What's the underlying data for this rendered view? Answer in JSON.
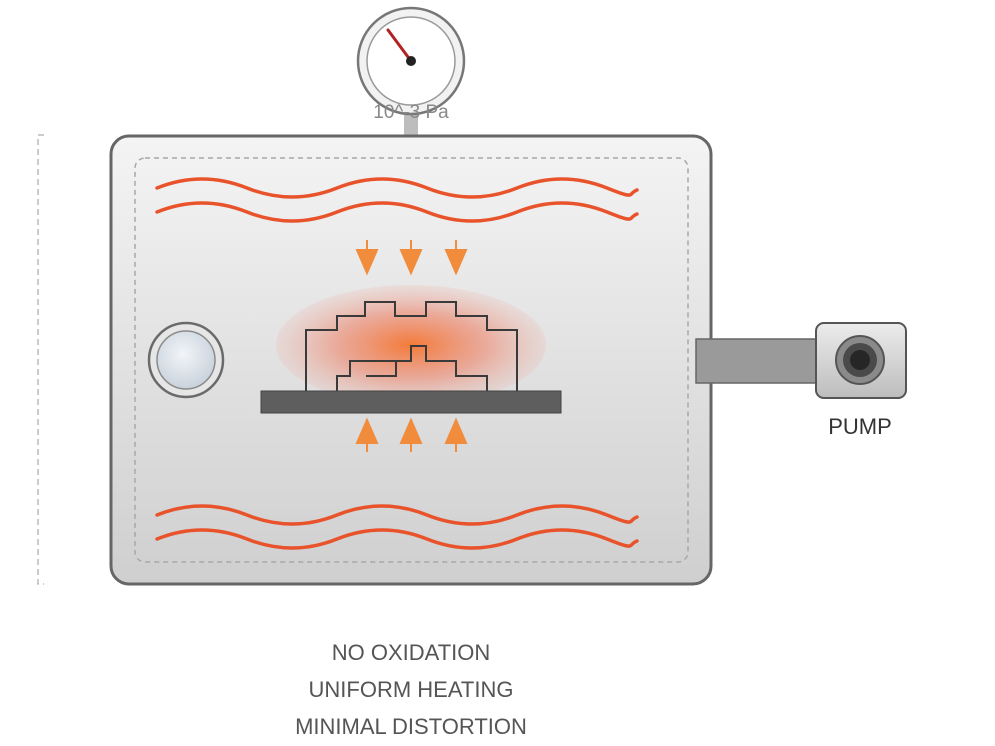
{
  "gauge": {
    "reading": "10^-3 Pa",
    "needle_color": "#b22222"
  },
  "pump": {
    "label": "PUMP"
  },
  "benefits": [
    "NO OXIDATION",
    "UNIFORM HEATING",
    "MINIMAL DISTORTION"
  ],
  "colors": {
    "heater": "#e8532b",
    "arrow": "#f08c3c",
    "chamber_border": "#666666",
    "chamber_fill_top": "#f2f2f2",
    "chamber_fill_bottom": "#d2d2d2",
    "tray": "#5e5e5e",
    "glow": "#f0643c"
  },
  "icons": {
    "gauge": "pressure-gauge-icon",
    "pump": "vacuum-pump-icon",
    "window": "viewport-window-icon",
    "heat_arrow": "heat-arrow-icon"
  }
}
